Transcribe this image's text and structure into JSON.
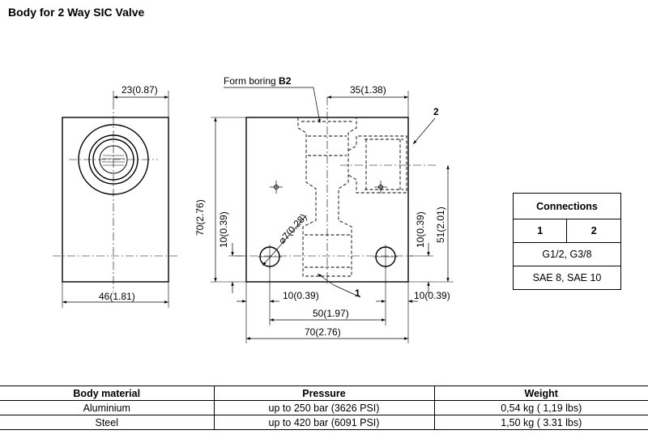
{
  "title": "Body for 2 Way SIC Valve",
  "drawing": {
    "form_boring_prefix": "Form boring",
    "form_boring_code": "B2",
    "dims": {
      "side_top": "23(0.87)",
      "side_width": "46(1.81)",
      "top_right": "35(1.38)",
      "height_total": "70(2.76)",
      "left_offset": "10(0.39)",
      "hole_dia": "⌀7(0.28)",
      "right_offset": "10(0.39)",
      "right_height": "51(2.01)",
      "bottom_left_offset": "10(0.39)",
      "bottom_right_offset": "10(0.39)",
      "hole_spacing": "50(1.97)",
      "width_total": "70(2.76)"
    },
    "callouts": {
      "port_1": "1",
      "port_2": "2"
    }
  },
  "connections": {
    "header": "Connections",
    "ports": [
      "1",
      "2"
    ],
    "rows": [
      "G1/2, G3/8",
      "SAE 8, SAE 10"
    ]
  },
  "specs": {
    "headers": [
      "Body material",
      "Pressure",
      "Weight"
    ],
    "rows": [
      [
        "Aluminium",
        "up to 250 bar (3626 PSI)",
        "0,54 kg ( 1,19 lbs)"
      ],
      [
        "Steel",
        "up to 420 bar (6091 PSI)",
        "1,50 kg ( 3.31 lbs)"
      ]
    ]
  }
}
